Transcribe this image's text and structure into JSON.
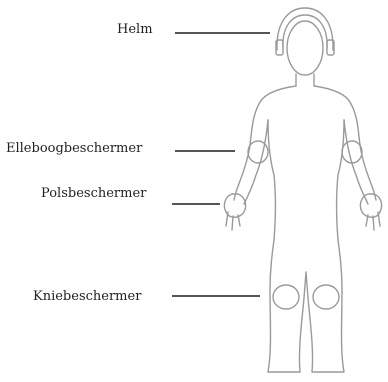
{
  "diagram": {
    "labels": {
      "helmet": "Helm",
      "elbow": "Elleboogbeschermer",
      "wrist": "Polsbeschermer",
      "knee": "Kniebeschermer"
    },
    "colors": {
      "outline": "#9a9a9a",
      "leader": "#555555",
      "text": "#222222"
    }
  }
}
